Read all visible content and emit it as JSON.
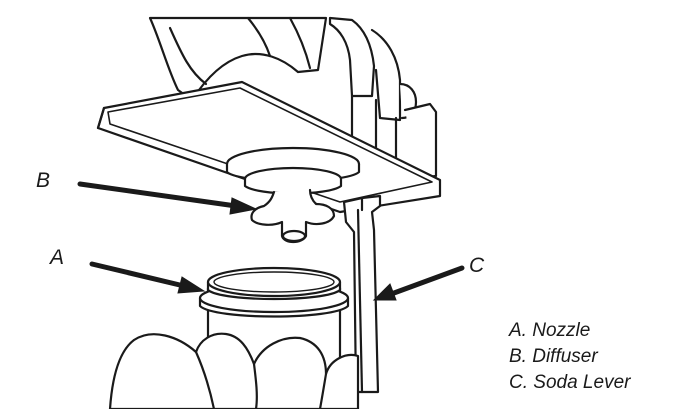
{
  "callouts": {
    "a": "A",
    "b": "B",
    "c": "C"
  },
  "legend": [
    "A. Nozzle",
    "B. Diffuser",
    "C. Soda Lever"
  ],
  "colors": {
    "line": "#1a1a1a",
    "fill": "#ffffff"
  }
}
